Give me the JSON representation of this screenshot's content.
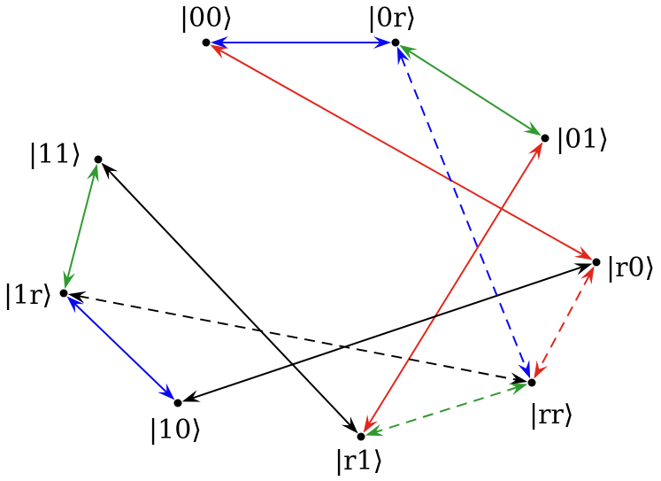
{
  "colors": {
    "blue": "#0a0aef",
    "red": "#e0281e",
    "green": "#2f9a2f",
    "black": "#000000"
  },
  "states": [
    {
      "id": "00",
      "label": "|00⟩"
    },
    {
      "id": "0r",
      "label": "|0r⟩"
    },
    {
      "id": "01",
      "label": "|01⟩"
    },
    {
      "id": "11",
      "label": "|11⟩"
    },
    {
      "id": "1r",
      "label": "|1r⟩"
    },
    {
      "id": "10",
      "label": "|10⟩"
    },
    {
      "id": "r0",
      "label": "|r0⟩"
    },
    {
      "id": "rr",
      "label": "|rr⟩"
    },
    {
      "id": "r1",
      "label": "|r1⟩"
    }
  ],
  "transitions": [
    {
      "from": "00",
      "to": "0r",
      "color": "blue",
      "style": "solid",
      "direction": "both"
    },
    {
      "from": "0r",
      "to": "01",
      "color": "green",
      "style": "solid",
      "direction": "both"
    },
    {
      "from": "00",
      "to": "r0",
      "color": "red",
      "style": "solid",
      "direction": "both"
    },
    {
      "from": "0r",
      "to": "rr",
      "color": "blue",
      "style": "dashed",
      "direction": "both"
    },
    {
      "from": "01",
      "to": "r1",
      "color": "red",
      "style": "solid",
      "direction": "both"
    },
    {
      "from": "11",
      "to": "1r",
      "color": "green",
      "style": "solid",
      "direction": "both"
    },
    {
      "from": "11",
      "to": "r1",
      "color": "black",
      "style": "solid",
      "direction": "both"
    },
    {
      "from": "1r",
      "to": "10",
      "color": "blue",
      "style": "solid",
      "direction": "both"
    },
    {
      "from": "1r",
      "to": "rr",
      "color": "black",
      "style": "dashed",
      "direction": "both"
    },
    {
      "from": "10",
      "to": "r0",
      "color": "black",
      "style": "solid",
      "direction": "both"
    },
    {
      "from": "r0",
      "to": "rr",
      "color": "red",
      "style": "dashed",
      "direction": "both"
    },
    {
      "from": "rr",
      "to": "r1",
      "color": "green",
      "style": "dashed",
      "direction": "both"
    }
  ]
}
